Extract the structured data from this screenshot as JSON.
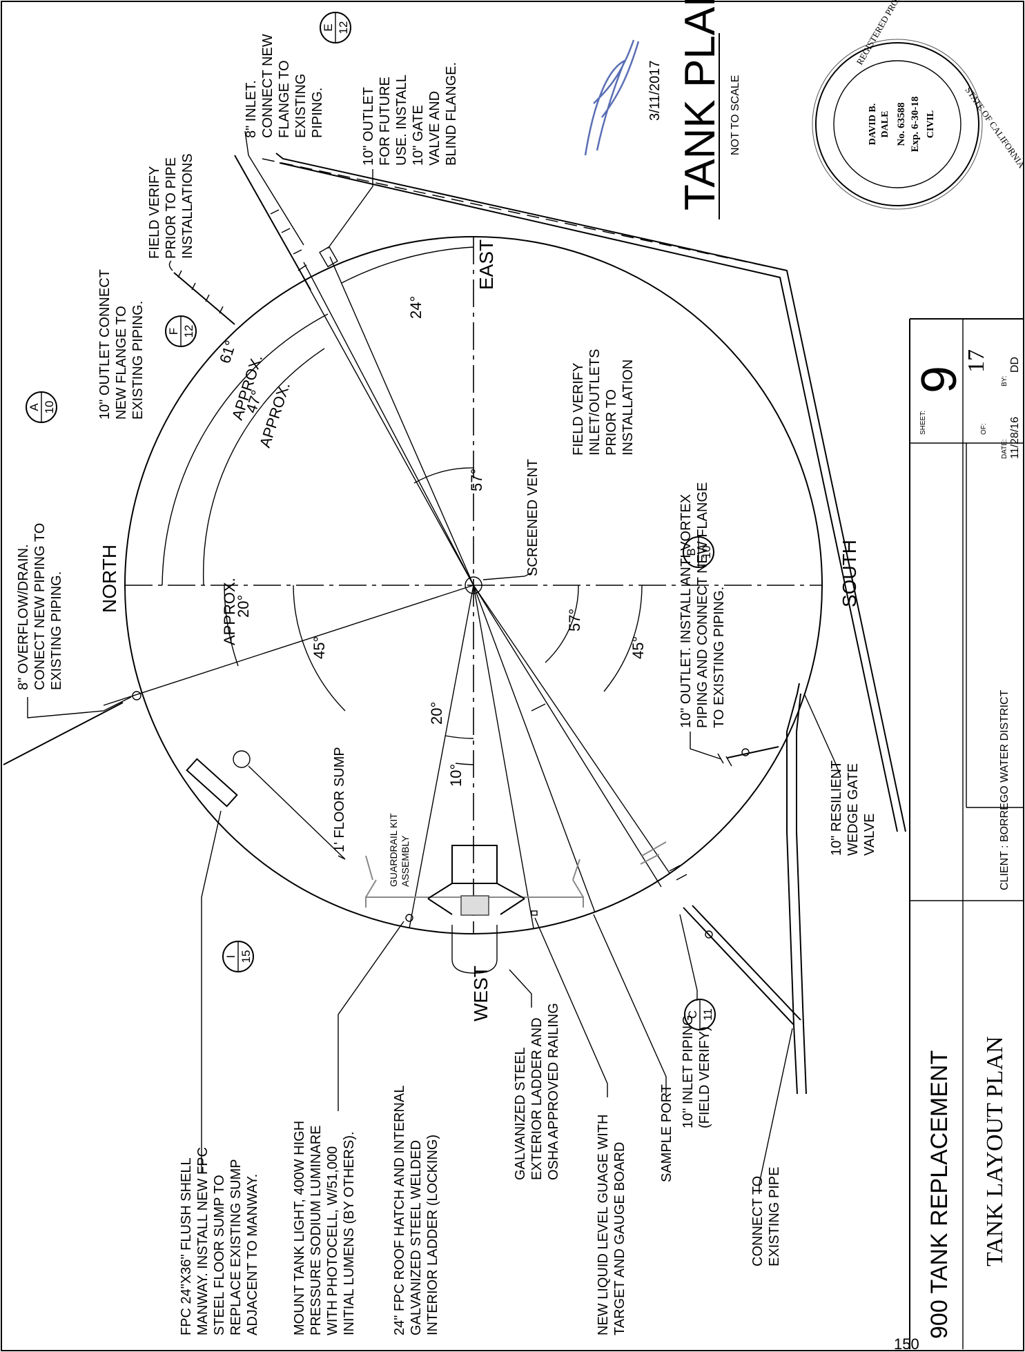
{
  "sheet": {
    "title": "TANK PLAN",
    "scale_note": "NOT TO SCALE",
    "signature": "David Dale",
    "signature_date": "3/11/2017",
    "project": "900 TANK REPLACEMENT",
    "drawing_title": "TANK LAYOUT PLAN",
    "client": "CLIENT : BORREGO WATER DISTRICT",
    "sheet_label": "SHEET:",
    "sheet_number": "9",
    "of_label": "OF:",
    "sheet_total": "17",
    "date_label": "DATE:",
    "date_value": "11/28/16",
    "by_label": "BY:",
    "by_value": "DD",
    "page_number": "150"
  },
  "seal": {
    "ring_text": "REGISTERED PROFESSIONAL ENGINEER",
    "ring_text_2": "STATE OF CALIFORNIA",
    "name_1": "DAVID B.",
    "name_2": "DALE",
    "license": "No. 63588",
    "expires": "Exp. 6-30-18",
    "discipline": "CIVIL"
  },
  "directions": {
    "north": "NORTH",
    "south": "SOUTH",
    "east": "EAST",
    "west": "WEST"
  },
  "angles": {
    "a_61": "61°",
    "approx_1": "APPROX.",
    "a_47": "47°",
    "approx_2": "APPROX.",
    "a_24": "24°",
    "a_57_ne": "57°",
    "a_20_nw": "20°",
    "approx_3": "APPROX.",
    "a_45_nw": "45°",
    "a_57_sw": "57°",
    "a_45_sw": "45°",
    "a_20_w": "20°",
    "a_10_w": "10°"
  },
  "callouts": {
    "overflow": [
      "8\" OVERFLOW/DRAIN.",
      "CONECT NEW PIPING TO",
      "EXISTING PIPING."
    ],
    "outlet_10_ne": [
      "10\" OUTLET CONNECT",
      "NEW FLANGE TO",
      "EXISTING PIPING."
    ],
    "field_verify_pipe": [
      "FIELD VERIFY",
      "PRIOR TO PIPE",
      "INSTALLATIONS"
    ],
    "inlet_8": [
      "8\" INLET.",
      "CONNECT NEW",
      "FLANGE TO",
      "EXISTING",
      "PIPING."
    ],
    "outlet_future": [
      "10\" OUTLET",
      "FOR FUTURE",
      "USE. INSTALL",
      "10\" GATE",
      "VALVE AND",
      "BLIND FLANGE."
    ],
    "screened_vent": "SCREENED VENT",
    "field_verify_inlets": [
      "FIELD VERIFY",
      "INLET/OUTLETS",
      "PRIOR TO",
      "INSTALLATION"
    ],
    "anti_vortex": [
      "10\" OUTLET. INSTALL ANTI VORTEX",
      "PIPING AND CONNECT NEW FLANGE",
      "TO EXISTING PIPING."
    ],
    "floor_sump": "1' FLOOR SUMP",
    "guardrail": [
      "GUARDRAIL KIT",
      "ASSEMBLY"
    ],
    "manway": [
      "FPC 24\"X36\" FLUSH SHELL",
      "MANWAY. INSTALL NEW FPC",
      "STEEL FLOOR SUMP TO",
      "REPLACE EXISTING SUMP",
      "ADJACENT TO MANWAY."
    ],
    "tank_light": [
      "MOUNT TANK LIGHT, 400W HIGH",
      "PRESSURE SODIUM LUMINARE",
      "WITH PHOTOCELL, W/51,000",
      "INITIAL LUMENS (BY OTHERS)."
    ],
    "roof_hatch": [
      "24\" FPC ROOF HATCH AND INTERNAL",
      "GALVANIZED STEEL WELDED",
      "INTERIOR LADDER (LOCKING)"
    ],
    "ladder": [
      "GALVANIZED STEEL",
      "EXTERIOR LADDER AND",
      "OSHA APPROVED RAILING"
    ],
    "level_gauge": [
      "NEW LIQUID LEVEL GUAGE WITH",
      "TARGET AND GAUGE BOARD"
    ],
    "sample_port": "SAMPLE PORT",
    "inlet_piping": [
      "10\" INLET PIPING",
      "(FIELD VERIFY)"
    ],
    "connect_existing": [
      "CONNECT TO",
      "EXISTING PIPE"
    ],
    "gate_valve": [
      "10\" RESILIENT",
      "WEDGE GATE",
      "VALVE"
    ]
  },
  "details": {
    "A": {
      "letter": "A",
      "sheet": "10"
    },
    "B": {
      "letter": "B",
      "sheet": "10"
    },
    "C": {
      "letter": "C",
      "sheet": "11"
    },
    "E": {
      "letter": "E",
      "sheet": "12"
    },
    "F": {
      "letter": "F",
      "sheet": "12"
    },
    "I": {
      "letter": "I",
      "sheet": "15"
    }
  }
}
